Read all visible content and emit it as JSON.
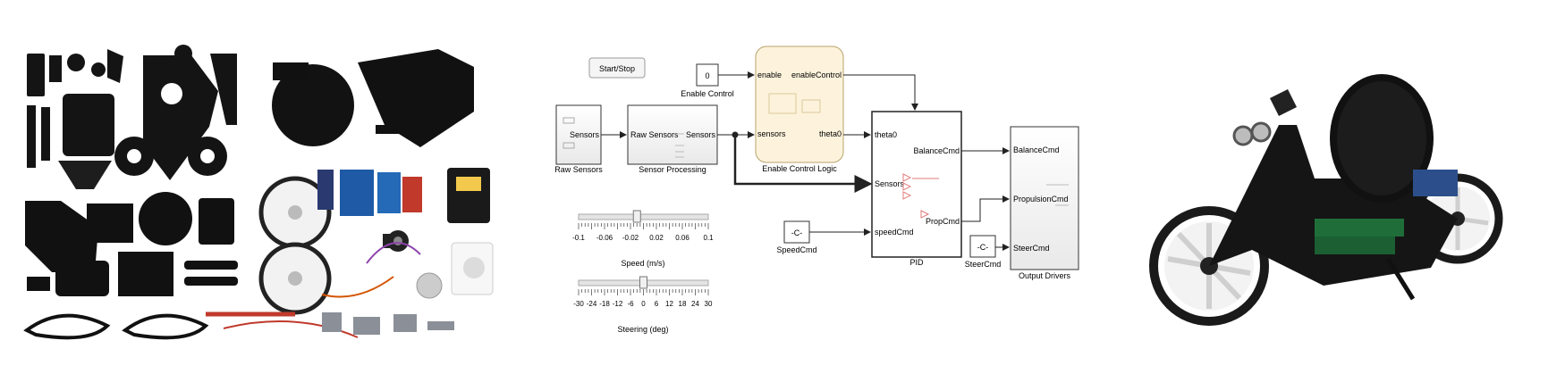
{
  "model": {
    "start_stop_label": "Start/Stop",
    "constant_enable_value": "0",
    "constant_enable_name": "Enable Control",
    "raw_sensors": {
      "name": "Raw Sensors",
      "out_port": "Sensors"
    },
    "sensor_processing": {
      "name": "Sensor Processing",
      "in_port": "Raw Sensors",
      "out_port": "Sensors"
    },
    "enable_logic": {
      "name": "Enable Control Logic",
      "in_enable": "enable",
      "in_sensors": "sensors",
      "out_enable": "enableControl",
      "out_theta": "theta0"
    },
    "pid": {
      "name": "PID",
      "in_theta": "theta0",
      "in_sensors": "Sensors",
      "in_speed": "speedCmd",
      "out_balance": "BalanceCmd",
      "out_prop": "PropCmd"
    },
    "speed_const": {
      "value": "-C-",
      "name": "SpeedCmd"
    },
    "steer_const": {
      "value": "-C-",
      "name": "SteerCmd"
    },
    "output_drivers": {
      "name": "Output Drivers",
      "in_balance": "BalanceCmd",
      "in_prop": "PropulsionCmd",
      "in_steer": "SteerCmd"
    },
    "speed_slider": {
      "label": "Speed (m/s)",
      "value": -0.01,
      "min": -0.1,
      "max": 0.1,
      "ticks": [
        "-0.1",
        "-0.06",
        "-0.02",
        "0.02",
        "0.06",
        "0.1"
      ]
    },
    "steer_slider": {
      "label": "Steering (deg)",
      "value": 0,
      "min": -30,
      "max": 30,
      "ticks": [
        "-30",
        "-24",
        "-18",
        "-12",
        "-6",
        "0",
        "6",
        "12",
        "18",
        "24",
        "30"
      ]
    }
  },
  "colors": {
    "block_border": "#333333",
    "enable_logic_fill": "#fdf3dc",
    "enable_logic_border": "#c9b27a",
    "wire": "#222222"
  },
  "icons": [
    "robot-parts-kit-photo",
    "assembled-balancing-bike-render"
  ]
}
